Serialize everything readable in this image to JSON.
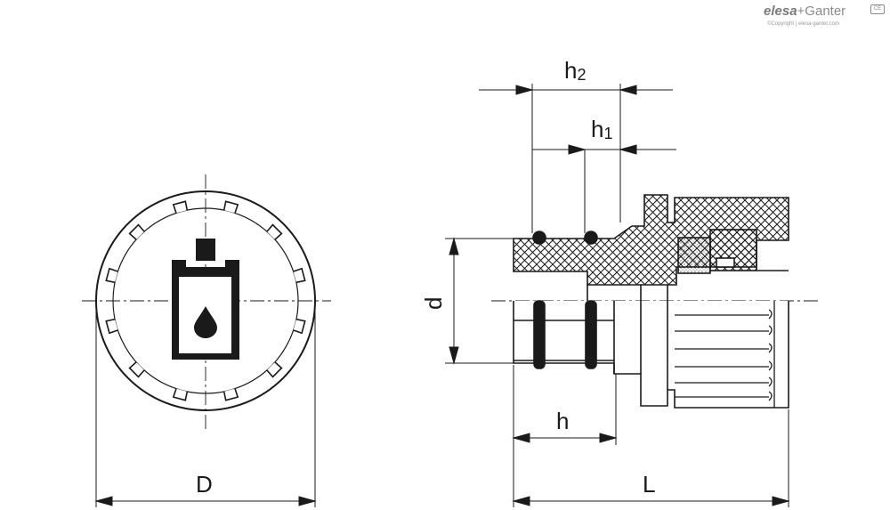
{
  "brand": {
    "name_part1": "elesa",
    "name_part2": "+Ganter",
    "copyright": "©Copyright | elesa-ganter.com",
    "mark": "CE"
  },
  "dimensions": {
    "D": "D",
    "L": "L",
    "d": "d",
    "h": "h",
    "h1_base": "h",
    "h1_sub": "1",
    "h2_base": "h",
    "h2_sub": "2"
  },
  "icons": [
    "oil-fill-symbol-icon",
    "oil-drop-icon"
  ],
  "colors": {
    "line": "#1a1a1a",
    "background": "#ffffff",
    "logo": "#8a8a8a"
  }
}
